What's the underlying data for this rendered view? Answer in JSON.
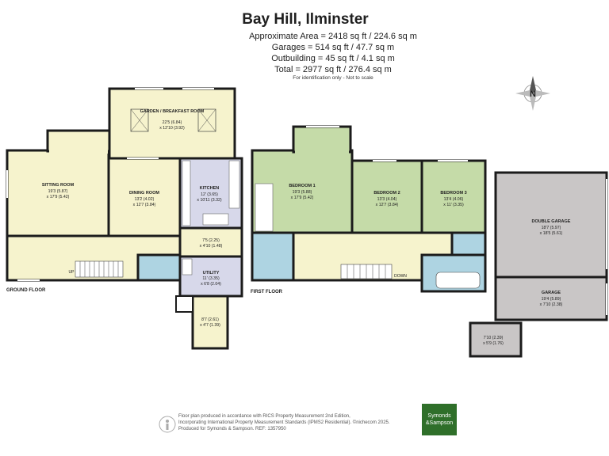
{
  "title": "Bay Hill, Ilminster",
  "areas": [
    "Approximate Area = 2418 sq ft / 224.6 sq m",
    "Garages = 514 sq ft / 47.7 sq m",
    "Outbuilding = 45 sq ft / 4.1 sq m",
    "Total = 2977 sq ft / 276.4 sq m"
  ],
  "scale_note": "For identification only - Not to scale",
  "compass_label": "N",
  "floors": {
    "ground": "GROUND FLOOR",
    "first": "FIRST FLOOR"
  },
  "rooms": {
    "garden": {
      "name": "GARDEN / BREAKFAST ROOM",
      "dim1": "22'5 (6.84)",
      "dim2": "x 12'10  (3.92)"
    },
    "sitting": {
      "name": "SITTING ROOM",
      "dim1": "19'3 (5.87)",
      "dim2": "x 17'9 (5.42)"
    },
    "dining": {
      "name": "DINING ROOM",
      "dim1": "13'2 (4.02)",
      "dim2": "x 12'7 (3.84)"
    },
    "kitchen": {
      "name": "KITCHEN",
      "dim1": "12' (3.65)",
      "dim2": "x 10'11 (3.32)"
    },
    "pantry": {
      "dim1": "7'5 (2.25)",
      "dim2": "x 4'10 (1.48)"
    },
    "utility": {
      "name": "UTILITY",
      "dim1": "11' (3.35)",
      "dim2": "x 6'8 (2.04)"
    },
    "store": {
      "dim1": "8'7 (2.61)",
      "dim2": "x 4'7 (1.39)"
    },
    "bed1": {
      "name": "BEDROOM 1",
      "dim1": "19'3 (5.88)",
      "dim2": "x 17'9 (5.42)"
    },
    "bed2": {
      "name": "BEDROOM 2",
      "dim1": "13'3 (4.04)",
      "dim2": "x 12'7 (3.84)"
    },
    "bed3": {
      "name": "BEDROOM 3",
      "dim1": "13'4 (4.06)",
      "dim2": "x 11' (3.35)"
    },
    "double_garage": {
      "name": "DOUBLE GARAGE",
      "dim1": "18'7 (5.97)",
      "dim2": "x 18'5 (5.61)"
    },
    "garage": {
      "name": "GARAGE",
      "dim1": "19'4 (5.89)",
      "dim2": "x 7'10 (2.38)"
    },
    "outbuilding": {
      "dim1": "7'10 (2.39)",
      "dim2": "x 5'9 (1.76)"
    }
  },
  "stair_labels": {
    "up": "UP",
    "down": "DOWN"
  },
  "footer": {
    "line1": "Floor plan produced in accordance with RICS Property Measurement 2nd Edition,",
    "line2": "Incorporating International Property Measurement Standards (IPMS2 Residential).  ©nichecom 2025.",
    "line3": "Produced for Symonds & Sampson.   REF:  1357950",
    "logo_line1": "Symonds",
    "logo_line2": "&Sampson"
  },
  "colors": {
    "yellow": "#f6f3cd",
    "green": "#c5dba8",
    "blue": "#aed4e2",
    "lilac": "#d7d8ea",
    "grey": "#c9c6c6",
    "wall": "#1b1b1b",
    "logo": "#2f6f2a"
  }
}
